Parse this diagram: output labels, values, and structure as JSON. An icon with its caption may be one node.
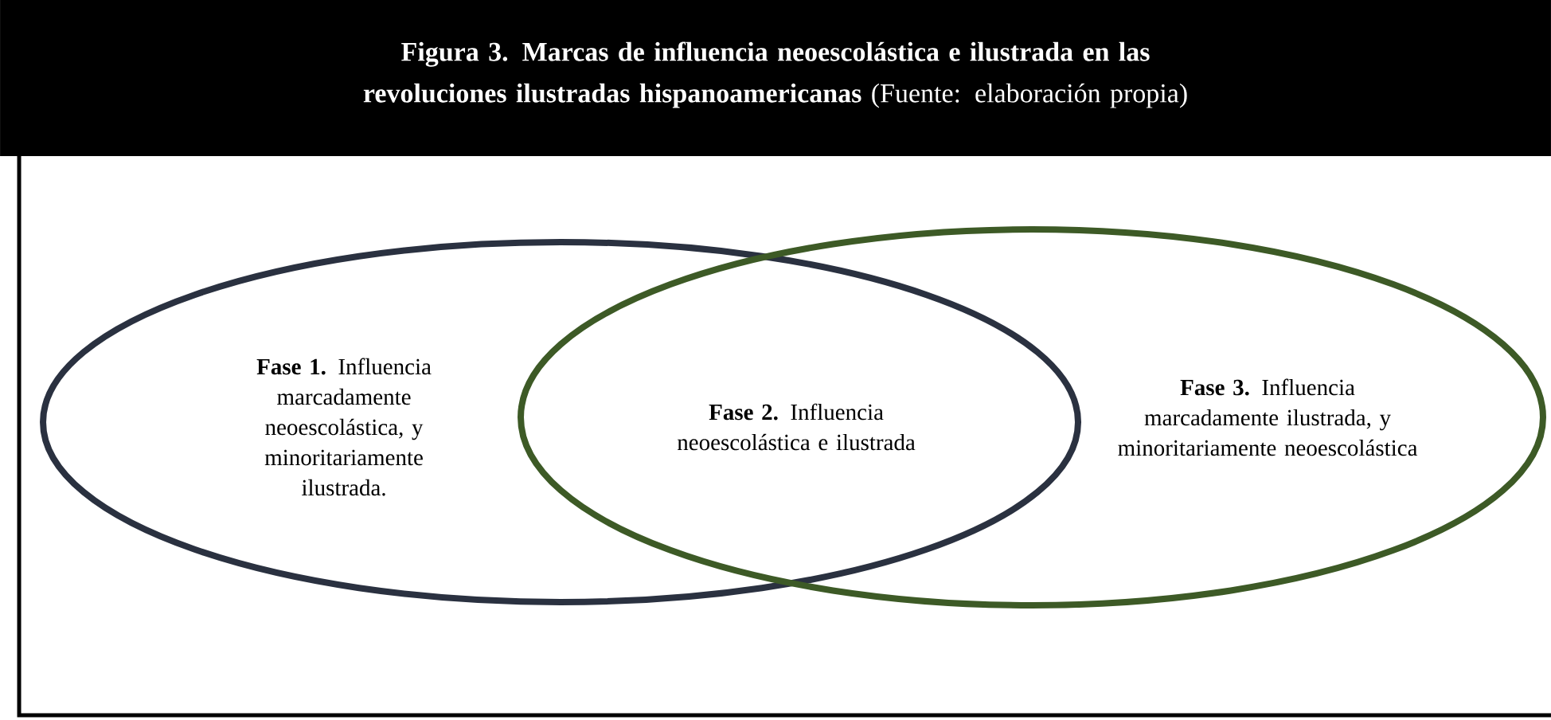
{
  "diagram": {
    "title": "**Figura 3. Marcas de influencia neoescolástica e ilustrada en las revoluciones ilustradas hispanoamericanas** (Fuente: elaboración propia)",
    "nodes": [
      {
        "text": [
          "**Fase 1.** Influencia marcadamente neoescolástica, y minoritariamente ilustrada."
        ]
      },
      {
        "text": [
          "**Fase 3.** Influencia marcadamente ilustrada, y minoritariamente neoescolástica"
        ]
      }
    ],
    "labels": [
      "**Fase 2.** Influencia neoescolástica e ilustrada"
    ]
  }
}
